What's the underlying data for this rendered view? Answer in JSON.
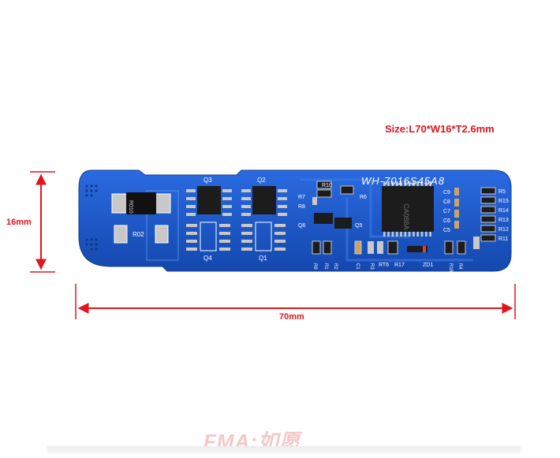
{
  "annotation": {
    "size": "Size:L70*W16*T2.6mm",
    "height_label": "16mm",
    "width_label": "70mm",
    "dimension_color": "#e0161c"
  },
  "board": {
    "pcb_color": "#1a56c4",
    "model_text": "WH-7016S45A8",
    "ic_marking": "CA088A",
    "resistor_code": "R010",
    "labels": {
      "q3": "Q3",
      "q2": "Q2",
      "q4": "Q4",
      "q1": "Q1",
      "q5": "Q5",
      "q6": "Q6",
      "r02": "R02",
      "r10": "R10",
      "r7": "R7",
      "r8": "R8",
      "r6": "R6",
      "r9": "R9",
      "r1": "R1",
      "r2": "R2",
      "c1": "C1",
      "r3": "R3",
      "rt6": "RT6",
      "r17": "R17",
      "zd1": "ZD1",
      "c9": "C9",
      "c8": "C8",
      "c7": "C7",
      "c6": "C6",
      "c5": "C5",
      "r5": "R5",
      "r15": "R15",
      "r14": "R14",
      "r13": "R13",
      "r12": "R12",
      "r11": "R11",
      "r16": "R16",
      "r4": "R4"
    }
  },
  "watermark": "FMA:如愿",
  "colors": {
    "silkscreen": "#ffffff",
    "pad": "#c8c8c8",
    "chip": "#202020"
  }
}
